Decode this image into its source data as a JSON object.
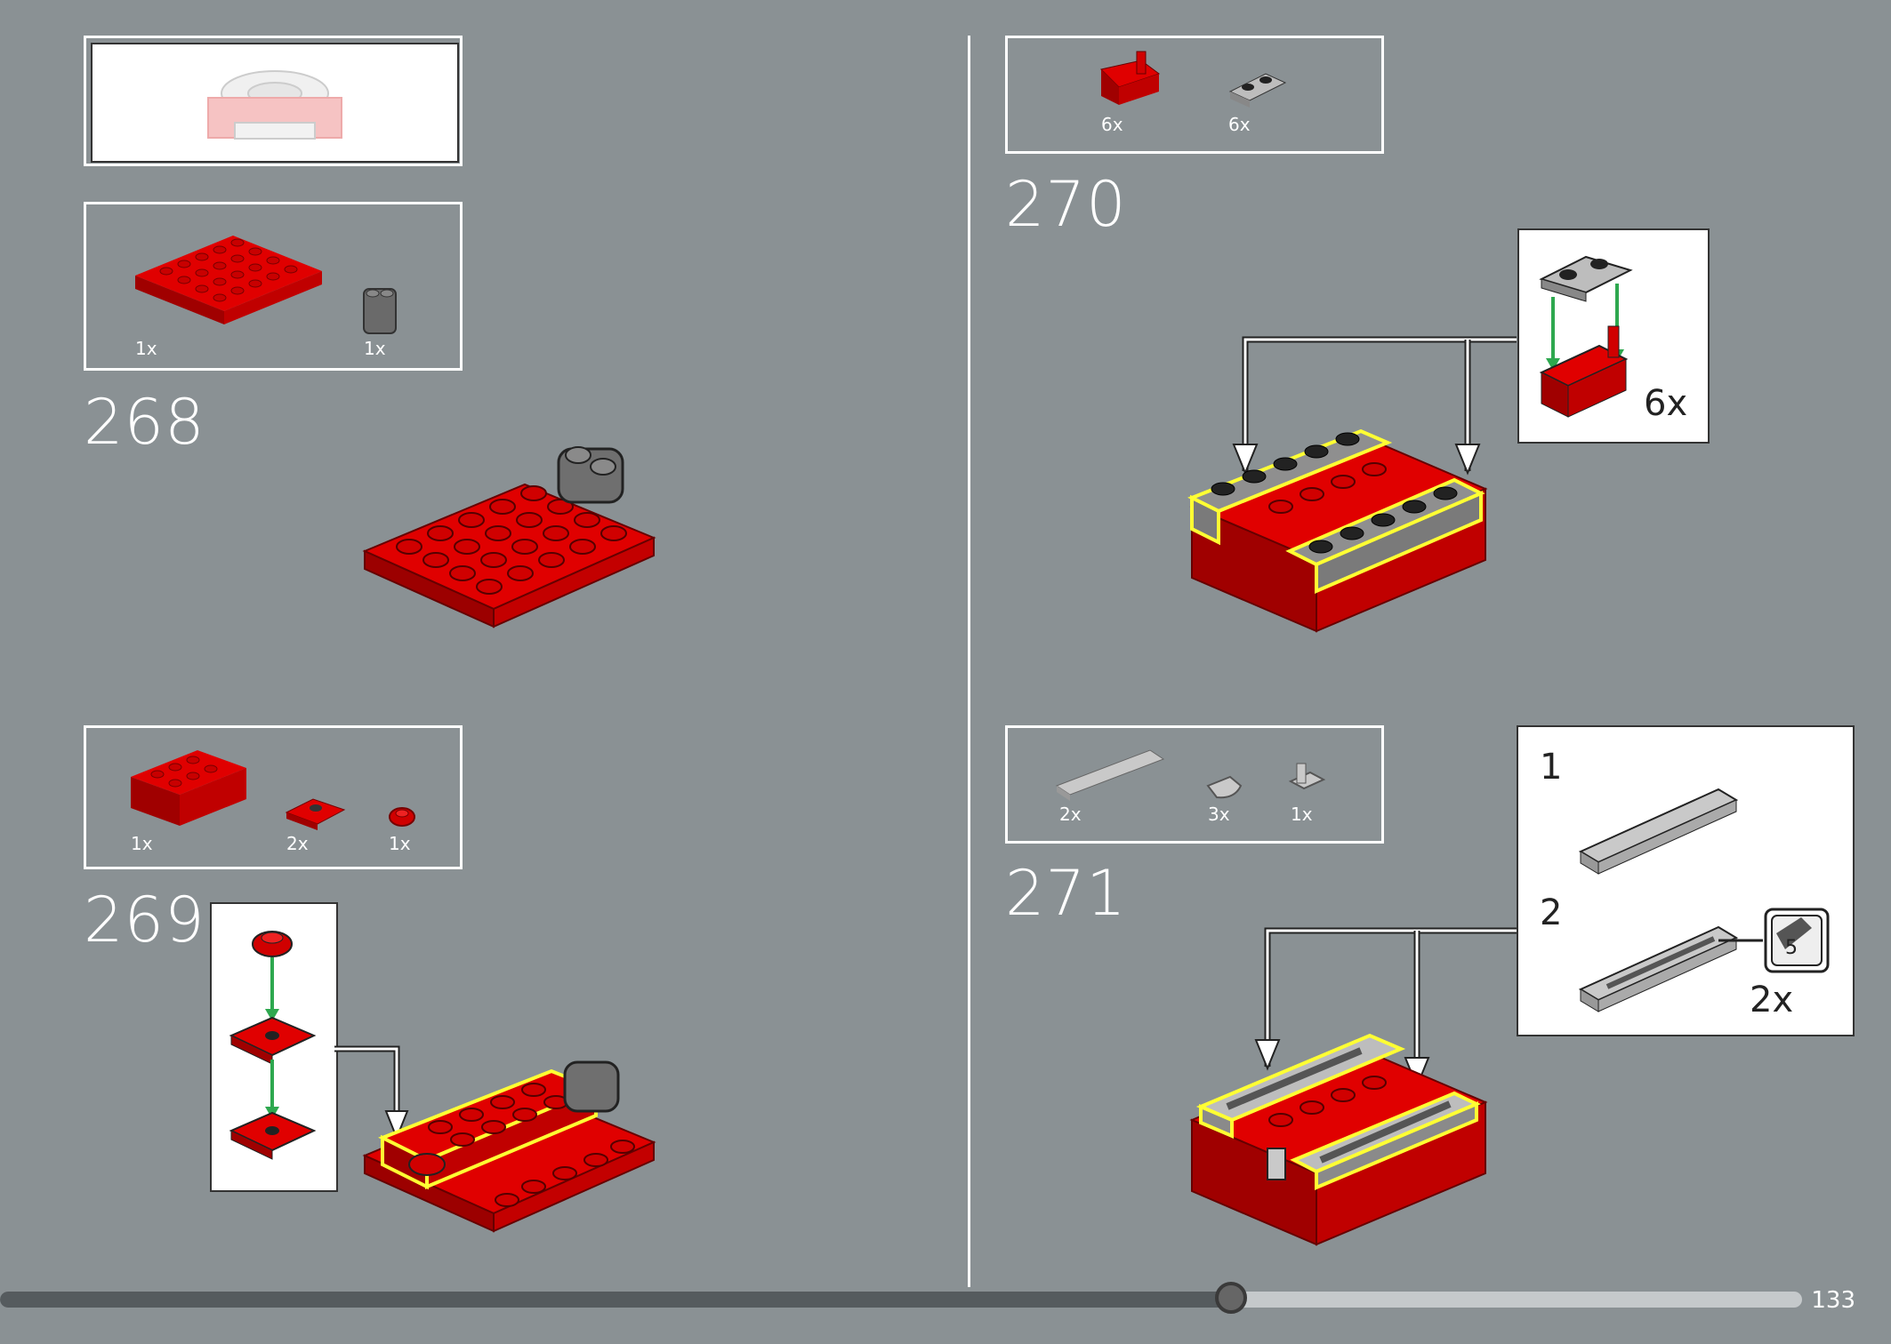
{
  "page_number": "133",
  "progress": {
    "fraction": 0.683
  },
  "steps": [
    {
      "number": "268",
      "parts": [
        {
          "qty": "1x",
          "part": "red-4x6-plate"
        },
        {
          "qty": "1x",
          "part": "dark-gray-1x2-bracket"
        }
      ]
    },
    {
      "number": "269",
      "parts": [
        {
          "qty": "1x",
          "part": "red-2x4-brick"
        },
        {
          "qty": "2x",
          "part": "red-1x2-jumper-plate"
        },
        {
          "qty": "1x",
          "part": "red-round-1x1-plate"
        }
      ]
    },
    {
      "number": "270",
      "parts": [
        {
          "qty": "6x",
          "part": "red-1x2-bracket"
        },
        {
          "qty": "6x",
          "part": "light-gray-1x2-plate"
        }
      ],
      "callout_qty": "6x"
    },
    {
      "number": "271",
      "parts": [
        {
          "qty": "2x",
          "part": "light-gray-1x4-tile"
        },
        {
          "qty": "3x",
          "part": "light-gray-quarter-tile"
        },
        {
          "qty": "1x",
          "part": "light-gray-clip"
        }
      ],
      "callout": {
        "substep1": "1",
        "substep2": "2",
        "sticker_num": "5",
        "qty": "2x"
      }
    }
  ],
  "colors": {
    "background": "#8a9194",
    "brick_red": "#d40000",
    "highlight": "#ffff33",
    "arrow_green": "#2ea84f"
  }
}
